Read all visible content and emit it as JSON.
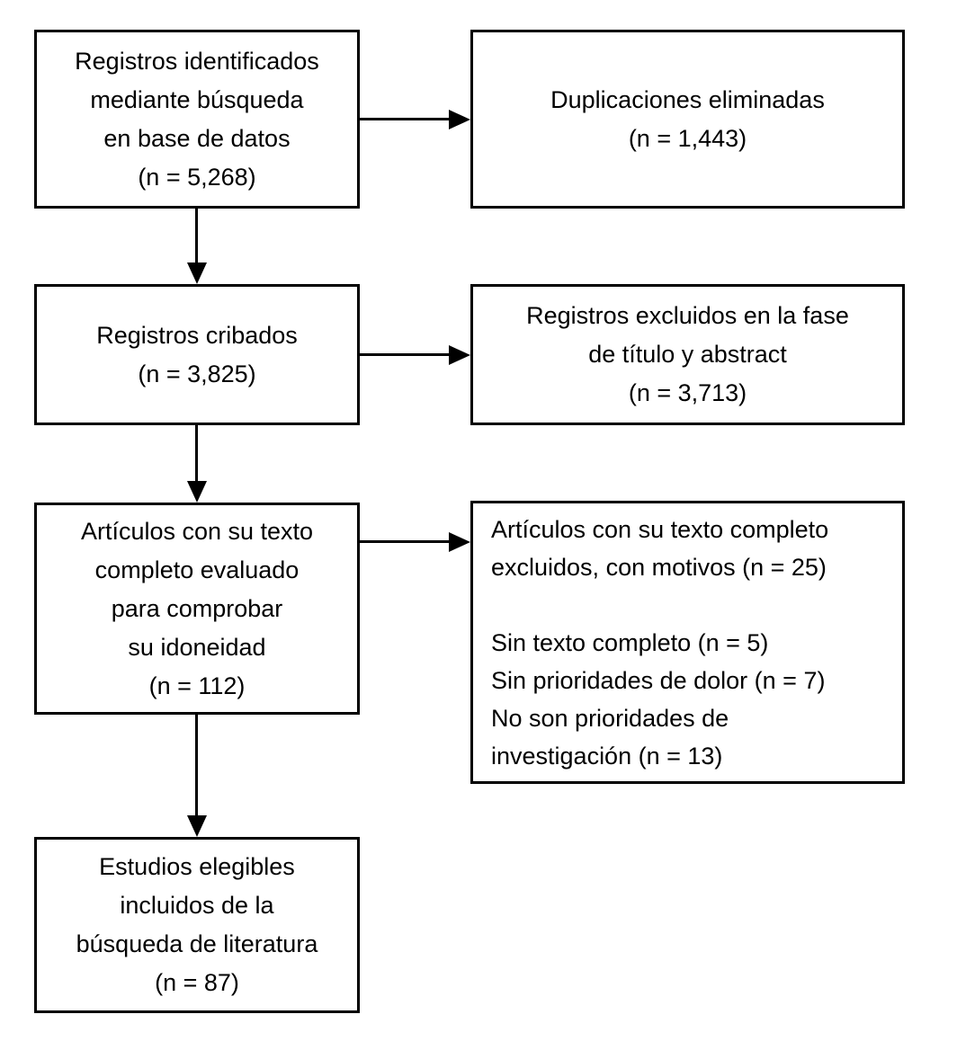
{
  "diagram": {
    "type": "prisma-flowchart",
    "language": "es",
    "colors": {
      "background": "#ffffff",
      "box_border": "#000000",
      "text": "#000000",
      "arrow": "#000000"
    },
    "nodes": {
      "records_identified": {
        "text": "Registros identificados\nmediante búsqueda\nen base de datos\n(n = 5,268)",
        "n": "5,268"
      },
      "duplicates_removed": {
        "text": "Duplicaciones eliminadas\n(n = 1,443)",
        "n": "1,443"
      },
      "records_screened": {
        "text": "Registros cribados\n(n = 3,825)",
        "n": "3,825"
      },
      "excluded_title_abstract": {
        "text": "Registros excluidos en la fase\nde título y abstract\n(n = 3,713)",
        "n": "3,713"
      },
      "fulltext_assessed": {
        "text": "Artículos con su texto\ncompleto evaluado\npara comprobar\nsu idoneidad\n(n = 112)",
        "n": "112"
      },
      "fulltext_excluded": {
        "text": "Artículos con su texto completo\nexcluidos, con motivos (n = 25)\n\nSin texto completo (n = 5)\nSin prioridades de dolor (n = 7)\nNo son prioridades de\ninvestigación (n = 13)",
        "n": "25",
        "reasons": [
          {
            "label": "Sin texto completo",
            "n": "5"
          },
          {
            "label": "Sin prioridades de dolor",
            "n": "7"
          },
          {
            "label": "No son prioridades de investigación",
            "n": "13"
          }
        ]
      },
      "studies_included": {
        "text": "Estudios elegibles\nincluidos de la\nbúsqueda de literatura\n(n = 87)",
        "n": "87"
      }
    },
    "edges": [
      {
        "from": "records_identified",
        "to": "duplicates_removed",
        "direction": "right"
      },
      {
        "from": "records_identified",
        "to": "records_screened",
        "direction": "down"
      },
      {
        "from": "records_screened",
        "to": "excluded_title_abstract",
        "direction": "right"
      },
      {
        "from": "records_screened",
        "to": "fulltext_assessed",
        "direction": "down"
      },
      {
        "from": "fulltext_assessed",
        "to": "fulltext_excluded",
        "direction": "right"
      },
      {
        "from": "fulltext_assessed",
        "to": "studies_included",
        "direction": "down"
      }
    ]
  }
}
